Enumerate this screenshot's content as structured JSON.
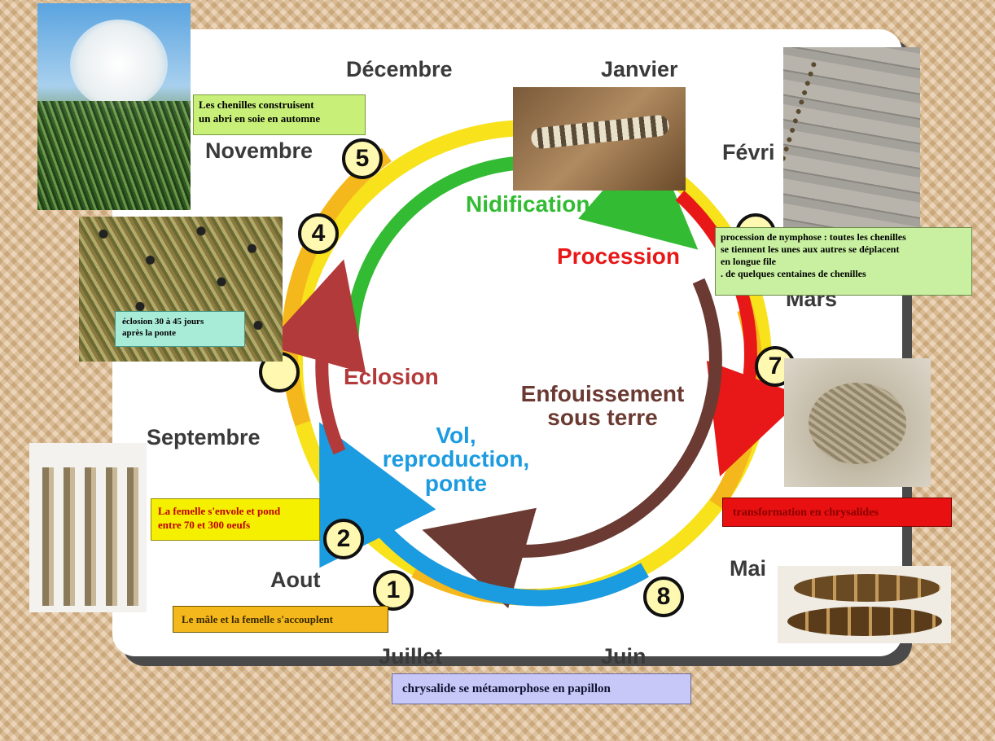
{
  "months": {
    "decembre": "Décembre",
    "janvier": "Janvier",
    "fevrier": "Févri",
    "mars": "Mars",
    "novembre": "Novembre",
    "septembre": "Septembre",
    "aout": "Aout",
    "juillet": "Juillet",
    "juin": "Juin",
    "mai": "Mai"
  },
  "phases": {
    "nidification": "Nidification",
    "procession": "Procession",
    "eclosion": "Eclosion",
    "enfouissement_line1": "Enfouissement",
    "enfouissement_line2": "sous terre",
    "vol_line1": "Vol,",
    "vol_line2": "reproduction,",
    "vol_line3": "ponte"
  },
  "numbers": {
    "n1": "1",
    "n2": "2",
    "n4": "4",
    "n5": "5",
    "n7": "7",
    "n8": "8"
  },
  "notes": {
    "abri_line1": "Les chenilles construisent",
    "abri_line2": "un abri en soie en automne",
    "procession_line1": "procession de nymphose : toutes les chenilles",
    "procession_line2": "se tiennent les unes aux autres se déplacent",
    "procession_line3": "en longue file",
    "procession_line4": ". de quelques centaines de chenilles",
    "eclosion_line1": "éclosion 30 à 45 jours",
    "eclosion_line2": "après la ponte",
    "ponte_line1": "La femelle s'envole et pond",
    "ponte_line2": "entre 70 et 300 oeufs",
    "accouplement": "Le mâle et la femelle s'accouplent",
    "chrysalides": "transformation en chrysalides",
    "papillon": "chrysalide se métamorphose en papillon"
  },
  "colors": {
    "yellow_ring": "#f7e21b",
    "orange_ring": "#f5b81c",
    "green": "#33bb33",
    "red": "#e81818",
    "brown": "#6b3a32",
    "darkred": "#b33a3a",
    "blue": "#1b9be0"
  }
}
